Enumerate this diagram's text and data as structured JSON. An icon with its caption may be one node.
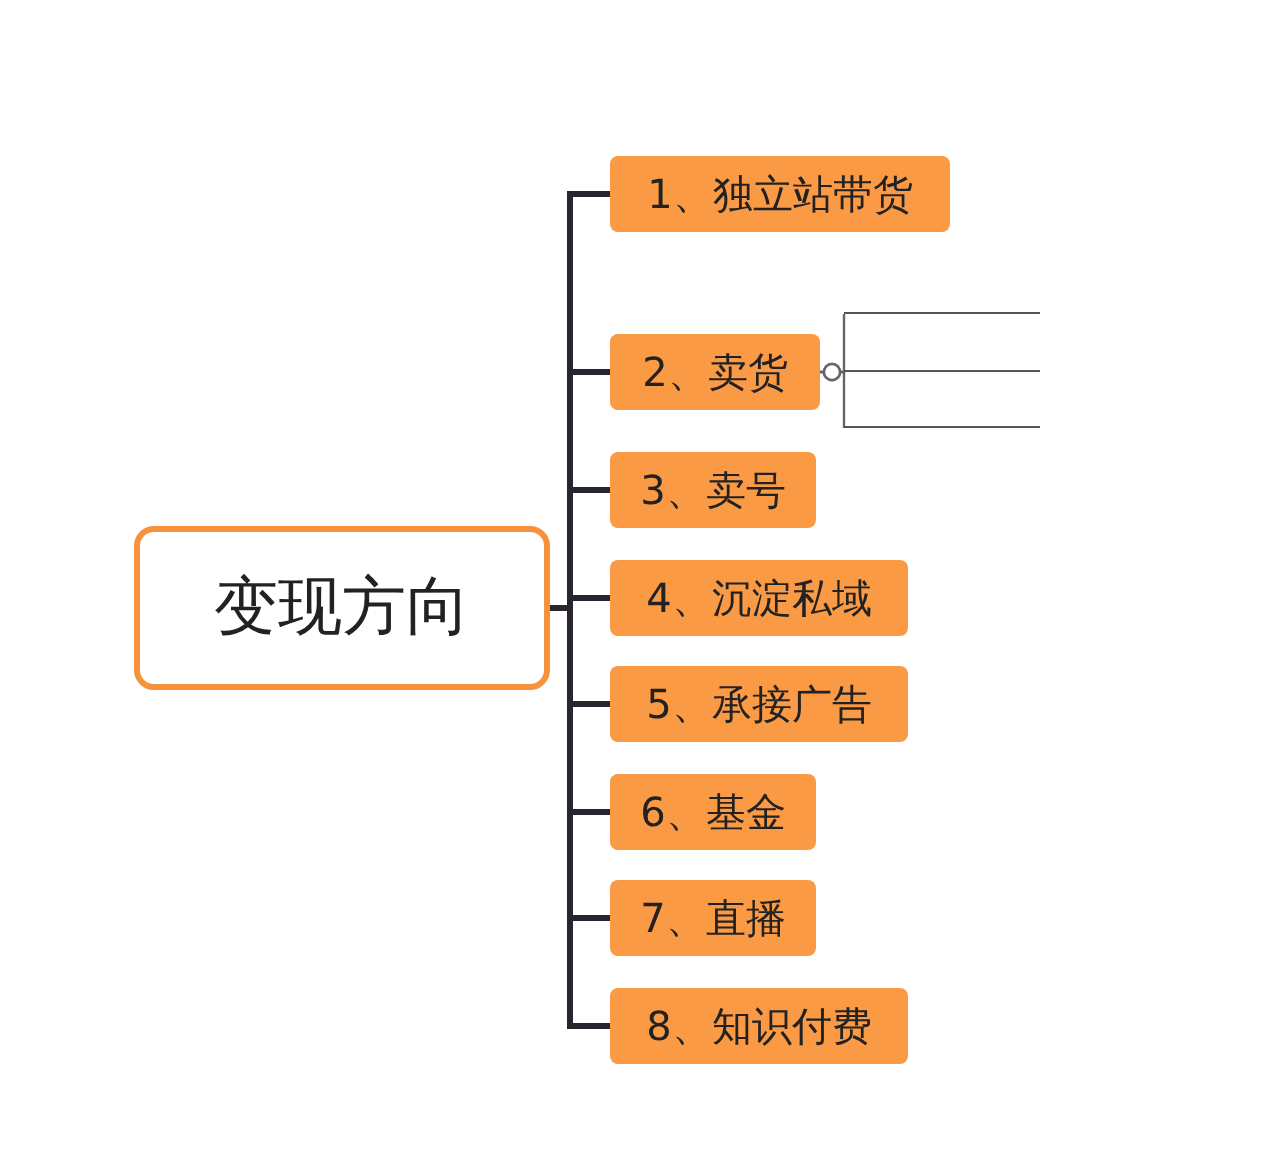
{
  "diagram": {
    "nodes": [
      {
        "text": [
          "变现方向"
        ]
      },
      {
        "text": [
          "1、独立站带货"
        ]
      },
      {
        "text": [
          "2、卖货"
        ]
      },
      {
        "text": [],
        "shape": "line"
      },
      {
        "text": [],
        "shape": "line"
      },
      {
        "text": [],
        "shape": "line"
      },
      {
        "text": [
          "3、卖号"
        ]
      },
      {
        "text": [
          "4、沉淀私域"
        ]
      },
      {
        "text": [
          "5、承接广告"
        ]
      },
      {
        "text": [
          "6、基金"
        ]
      },
      {
        "text": [
          "7、直播"
        ]
      },
      {
        "text": [
          "8、知识付费"
        ]
      }
    ],
    "edges": [
      {
        "from": 0,
        "to": 1,
        "arrow": "none"
      },
      {
        "from": 0,
        "to": 2,
        "arrow": "none"
      },
      {
        "from": 2,
        "to": 3,
        "arrow": "other"
      },
      {
        "from": 2,
        "to": 4,
        "arrow": "other"
      },
      {
        "from": 2,
        "to": 5,
        "arrow": "other"
      },
      {
        "from": 0,
        "to": 6,
        "arrow": "none"
      },
      {
        "from": 0,
        "to": 7,
        "arrow": "none"
      },
      {
        "from": 0,
        "to": 8,
        "arrow": "none"
      },
      {
        "from": 0,
        "to": 9,
        "arrow": "none"
      },
      {
        "from": 0,
        "to": 10,
        "arrow": "none"
      },
      {
        "from": 0,
        "to": 11,
        "arrow": "none"
      }
    ]
  }
}
